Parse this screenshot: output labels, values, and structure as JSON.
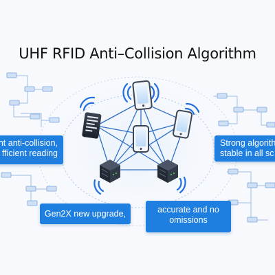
{
  "title": "UHF RFID Anti–Collision Algorithm",
  "callouts": {
    "left_line1": "nt anti-collision,",
    "left_line2": "fficient reading",
    "right_line1": "Strong algorithm",
    "right_line2": "stable in all sc",
    "bottom_left": "Gen2X new upgrade,",
    "bottom_right_line1": "accurate and no",
    "bottom_right_line2": "omissions"
  },
  "colors": {
    "accent": "#1f7fe0",
    "line": "#2d6fc8",
    "background": "#f7f9fd"
  },
  "icons": [
    "phone-reader-icon",
    "handheld-reader-icon",
    "server-icon",
    "fixed-reader-icon",
    "signal-wave-icon"
  ]
}
